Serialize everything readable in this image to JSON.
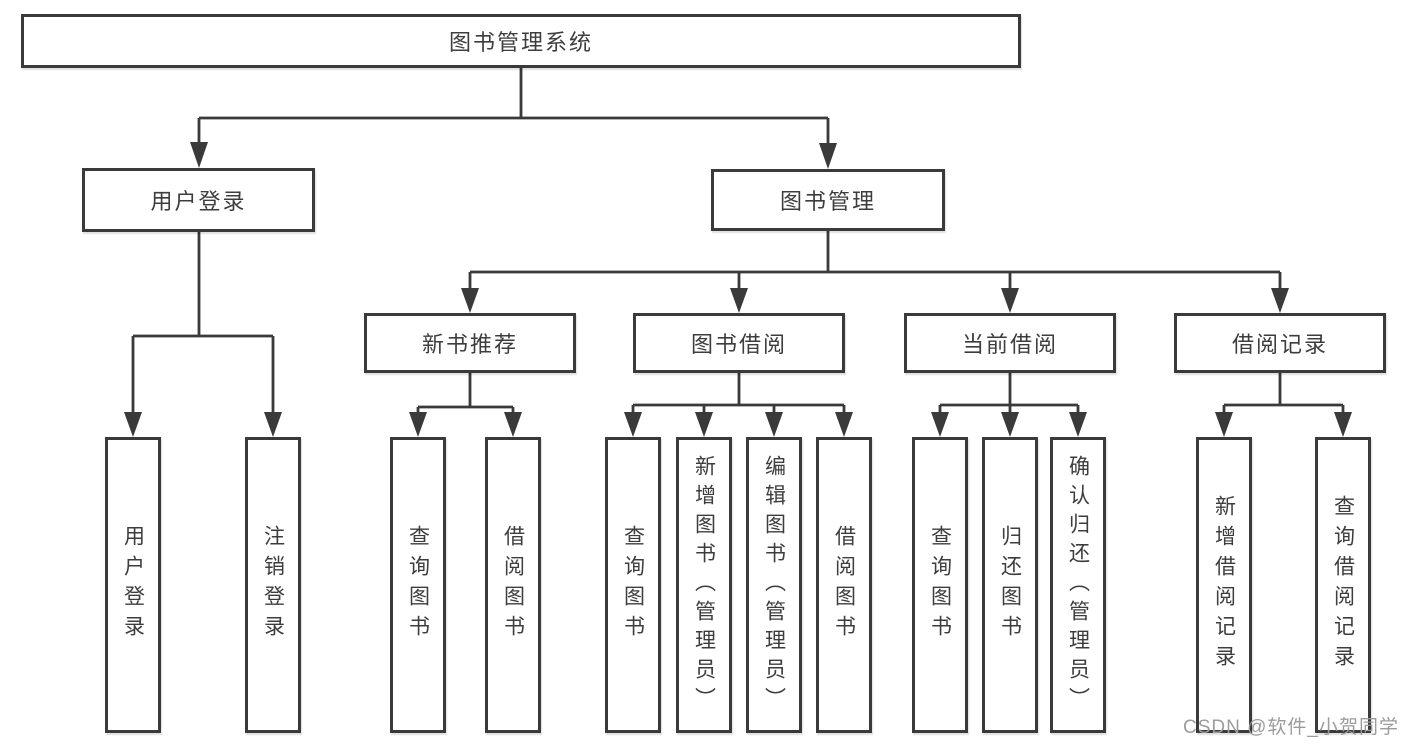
{
  "diagram": {
    "type": "hierarchy-tree",
    "root": {
      "label": "图书管理系统"
    },
    "level2": [
      {
        "label": "用户登录",
        "parent": "图书管理系统"
      },
      {
        "label": "图书管理",
        "parent": "图书管理系统"
      }
    ],
    "level3": [
      {
        "label": "新书推荐",
        "parent": "图书管理"
      },
      {
        "label": "图书借阅",
        "parent": "图书管理"
      },
      {
        "label": "当前借阅",
        "parent": "图书管理"
      },
      {
        "label": "借阅记录",
        "parent": "图书管理"
      }
    ],
    "leaves": [
      {
        "label": "用户登录",
        "parent": "用户登录"
      },
      {
        "label": "注销登录",
        "parent": "用户登录"
      },
      {
        "label": "查询图书",
        "parent": "新书推荐"
      },
      {
        "label": "借阅图书",
        "parent": "新书推荐"
      },
      {
        "label": "查询图书",
        "parent": "图书借阅"
      },
      {
        "label": "新增图书（管理员）",
        "parent": "图书借阅"
      },
      {
        "label": "编辑图书（管理员）",
        "parent": "图书借阅"
      },
      {
        "label": "借阅图书",
        "parent": "图书借阅"
      },
      {
        "label": "查询图书",
        "parent": "当前借阅"
      },
      {
        "label": "归还图书",
        "parent": "当前借阅"
      },
      {
        "label": "确认归还（管理员）",
        "parent": "当前借阅"
      },
      {
        "label": "新增借阅记录",
        "parent": "借阅记录"
      },
      {
        "label": "查询借阅记录",
        "parent": "借阅记录"
      }
    ],
    "watermark": "CSDN @软件_小贺同学",
    "colors": {
      "line": "#3a3a3a",
      "text": "#3d3d3d",
      "watermark_text": "#9c9c9c",
      "background": "#ffffff"
    }
  }
}
